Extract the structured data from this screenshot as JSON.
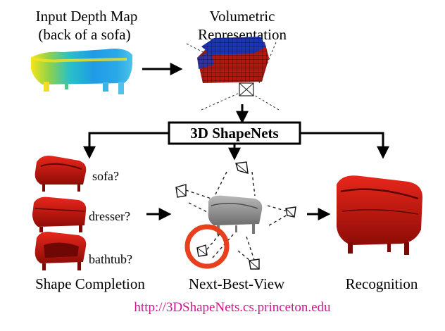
{
  "labels": {
    "input_line1": "Input Depth Map",
    "input_line2": "(back of a sofa)",
    "volumetric_line1": "Volumetric",
    "volumetric_line2": "Representation",
    "shapenets": "3D ShapeNets",
    "shape_completion": "Shape Completion",
    "next_best_view": "Next-Best-View",
    "recognition": "Recognition",
    "url": "http://3DShapeNets.cs.princeton.edu"
  },
  "candidates": [
    {
      "label": "sofa?"
    },
    {
      "label": "dresser?"
    },
    {
      "label": "bathtub?"
    }
  ],
  "colors": {
    "shape_red": "#c8150f",
    "shape_dark_red": "#7a0a06",
    "voxel_blue": "#1a2fb0",
    "url_magenta": "#d4148f",
    "highlight_circle": "#e8401c",
    "sofa_gray": "#9a9a9a"
  },
  "icons": [
    "camera-icon",
    "arrow-icon",
    "sofa-icon",
    "dresser-icon",
    "bathtub-icon",
    "depth-map-icon",
    "voxel-grid-icon"
  ]
}
